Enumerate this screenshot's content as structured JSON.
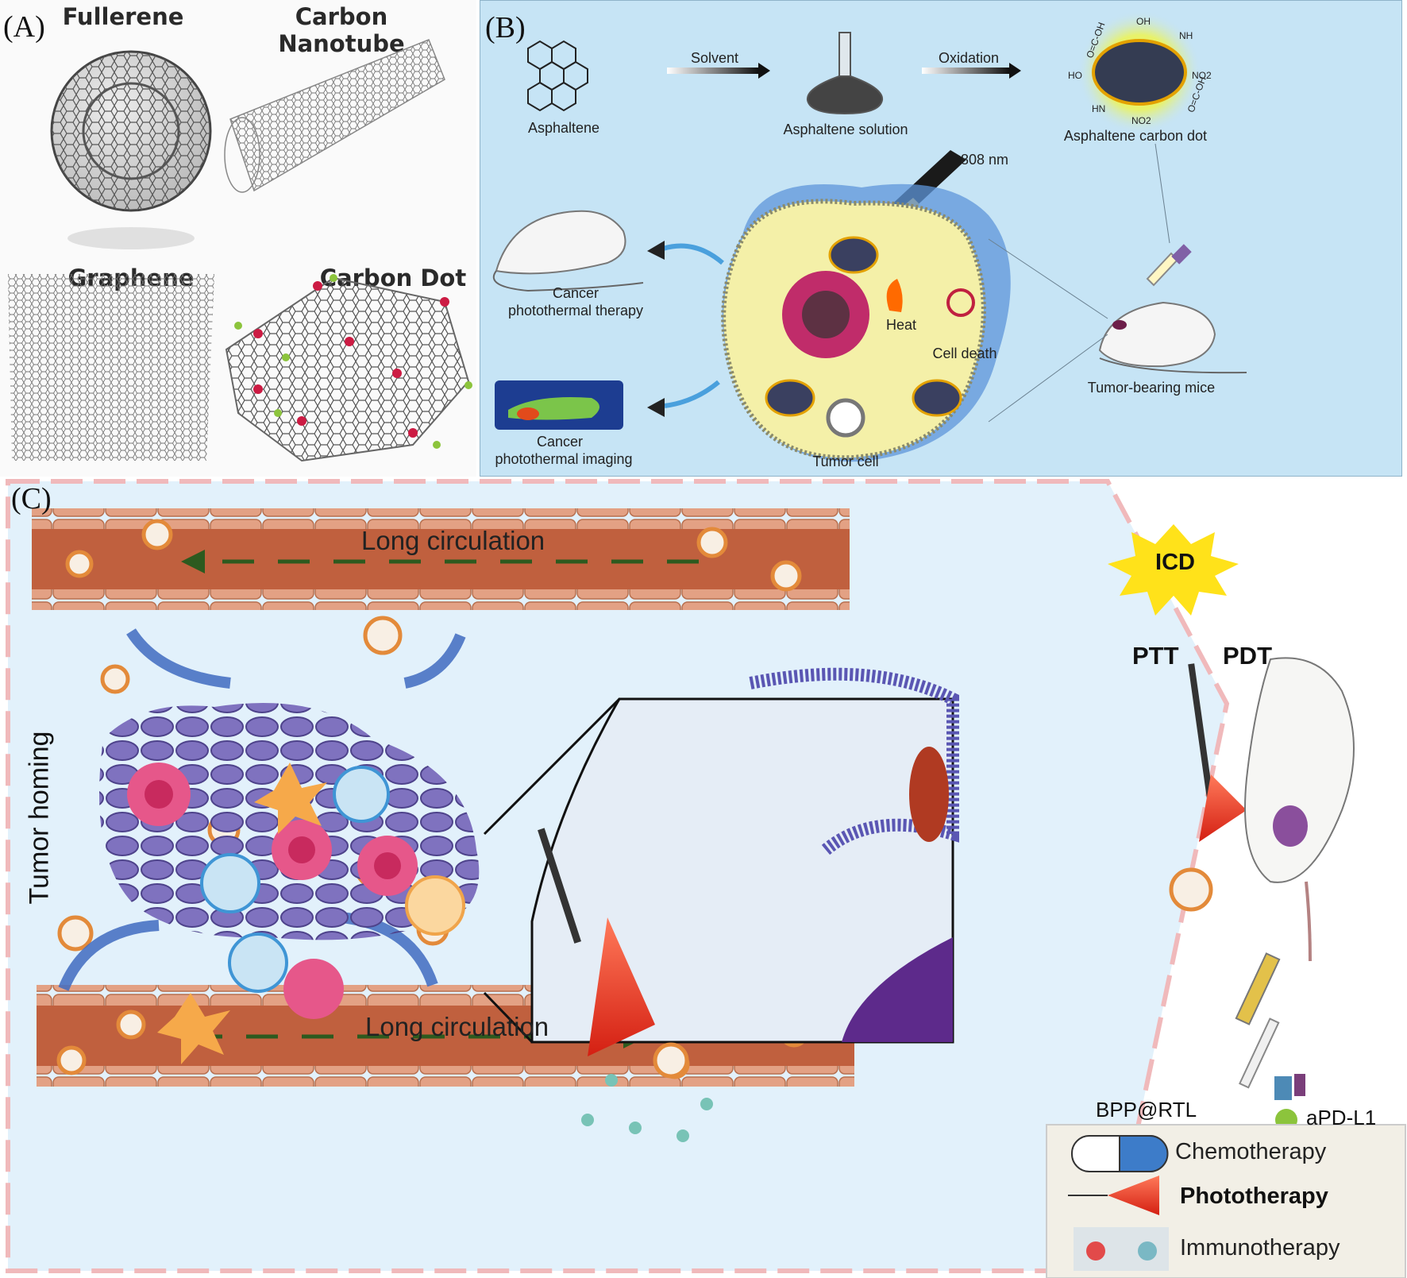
{
  "panel_a": {
    "label": "(A)",
    "titles": [
      "Fullerene",
      "Carbon Nanotube",
      "Graphene",
      "Carbon Dot"
    ]
  },
  "panel_b": {
    "label": "(B)",
    "arrow_solvent": "Solvent",
    "arrow_oxidation": "Oxidation",
    "asphaltene": "Asphaltene",
    "asphaltene_solution": "Asphaltene solution",
    "asphaltene_carbon_dot": "Asphaltene carbon dot",
    "laser": "808 nm",
    "therapy": [
      "Cancer",
      "photothermal therapy"
    ],
    "imaging": [
      "Cancer",
      "photothermal imaging"
    ],
    "heat": "Heat",
    "cell_death": "Cell death",
    "tumor_cell": "Tumor cell",
    "tumor_mice": "Tumor-bearing mice",
    "dot_groups": [
      "OH",
      "O=C-OH",
      "NH",
      "HO",
      "NO2",
      "HN",
      "NO2",
      "O=C-OH"
    ]
  },
  "panel_c": {
    "label": "(C)",
    "long_circ_top": "Long circulation",
    "long_circ_bottom": "Long circulation",
    "tumor_homing": "Tumor homing",
    "icd": "ICD",
    "ptt": "PTT",
    "pdt": "PDT",
    "bpp": "BPP@RTL",
    "apdl1": "aPD-L1",
    "legend": [
      {
        "label": "Chemotherapy",
        "icon": "capsule-icon"
      },
      {
        "label": "Phototherapy",
        "icon": "laser-cone-icon"
      },
      {
        "label": "Immunotherapy",
        "icon": "antibody-icon"
      }
    ]
  },
  "colors": {
    "panel_b_bg": "#c6e4f5",
    "panel_c_bg": "#e2f1fb",
    "vessel": "#c0603e",
    "vessel_wall": "#e3a184",
    "tumor": "#7f72bf",
    "laser_red": "#e33a22",
    "icd_star": "#ffe21a",
    "dashed_border": "#f0b9bb"
  }
}
